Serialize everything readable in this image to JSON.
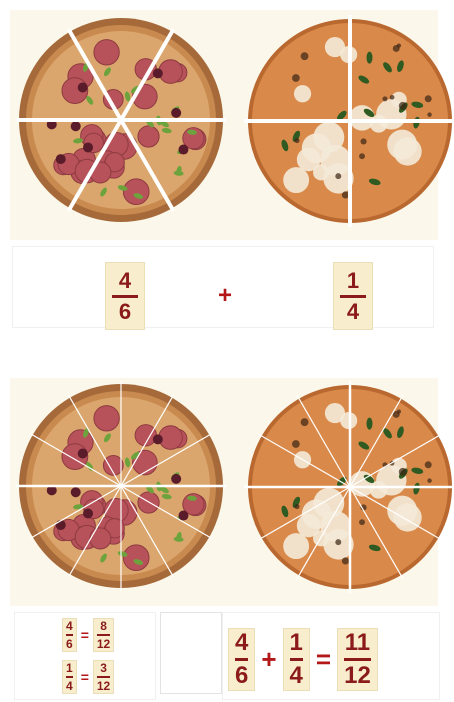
{
  "top_expression": {
    "first": {
      "numerator": "4",
      "denominator": "6"
    },
    "operator": "+",
    "second": {
      "numerator": "1",
      "denominator": "4"
    }
  },
  "equivalents": [
    {
      "left": {
        "numerator": "4",
        "denominator": "6"
      },
      "equals": "=",
      "right": {
        "numerator": "8",
        "denominator": "12"
      }
    },
    {
      "left": {
        "numerator": "1",
        "denominator": "4"
      },
      "equals": "=",
      "right": {
        "numerator": "3",
        "denominator": "12"
      }
    }
  ],
  "final_equation": {
    "first": {
      "numerator": "4",
      "denominator": "6"
    },
    "plus": "+",
    "second": {
      "numerator": "1",
      "denominator": "4"
    },
    "equals": "=",
    "result": {
      "numerator": "11",
      "denominator": "12"
    }
  },
  "colors": {
    "fraction_text": "#8b1a1a",
    "operator": "#b31717",
    "fraction_bg": "#f8eecd",
    "salami_pizza_base": "#c98a4f",
    "margherita_pizza_base": "#d98a4a"
  },
  "pizzas": {
    "top_left": {
      "kind": "salami pizza",
      "slices": 6
    },
    "top_right": {
      "kind": "margherita pizza",
      "slices": 4
    },
    "bottom_left": {
      "kind": "salami pizza",
      "slices": 12
    },
    "bottom_right": {
      "kind": "margherita pizza",
      "slices": 12
    }
  }
}
